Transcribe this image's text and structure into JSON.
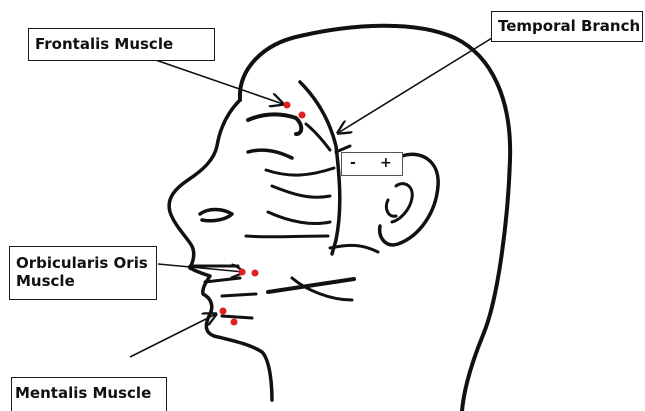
{
  "labels": {
    "frontalis": "Frontalis Muscle",
    "temporal": "Temporal Branch",
    "orbicularis_line1": "Orbicularis Oris",
    "orbicularis_line2": "Muscle",
    "mentalis": "Mentalis Muscle"
  },
  "stimulator": {
    "minus": "-",
    "plus": "+"
  },
  "colors": {
    "ink": "#111111",
    "electrode": "#e02020"
  }
}
